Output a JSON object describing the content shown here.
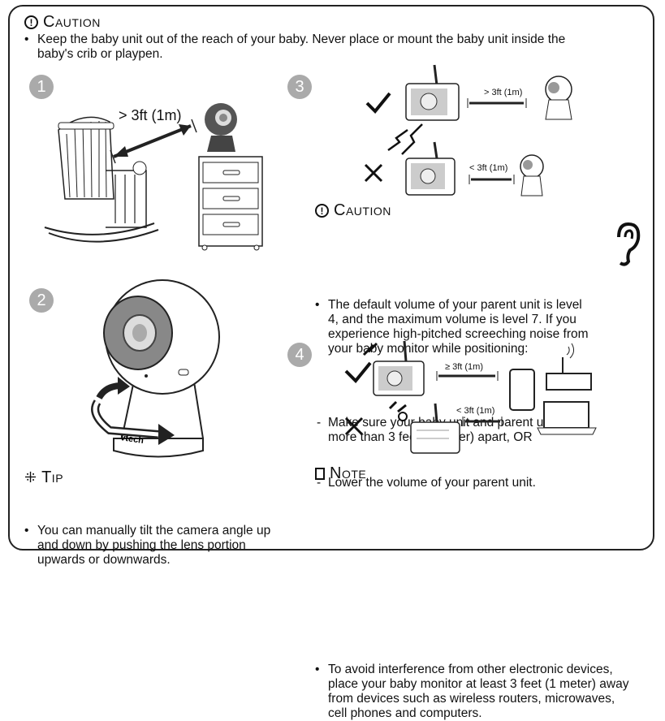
{
  "caution_top": {
    "heading": "Caution",
    "line1": "Keep the baby unit out of the reach of your baby. Never place or mount the baby unit inside the",
    "line2": "baby's crib or playpen."
  },
  "steps": [
    "1",
    "2",
    "3",
    "4"
  ],
  "step1": {
    "distance": "> 3ft (1m)"
  },
  "step2": {
    "brand": "vtech"
  },
  "step3": {
    "good_distance": "> 3ft (1m)",
    "bad_distance": "< 3ft (1m)"
  },
  "caution_mid": {
    "heading": "Caution",
    "bullet_lines": [
      "The default volume of your parent unit is level",
      "4, and the maximum volume is level 7. If you",
      "experience high-pitched screeching noise from",
      "your baby monitor while positioning:"
    ],
    "dash1_lines": [
      "Make sure your baby unit and parent unit are",
      "more than 3 feet (1 meter) apart, OR"
    ],
    "dash2": "Lower the volume of your parent unit."
  },
  "step4": {
    "good_distance": "≥ 3ft (1m)",
    "bad_distance": "< 3ft (1m)"
  },
  "tip": {
    "heading": "Tip",
    "lines": [
      "You can manually tilt the camera angle up",
      "and down by pushing the lens portion",
      "upwards or downwards."
    ]
  },
  "note": {
    "heading": "Note",
    "lines": [
      "To avoid interference from other electronic devices,",
      "place your baby monitor at least 3 feet (1 meter) away",
      "from devices such as wireless routers, microwaves,",
      "cell phones and computers."
    ]
  }
}
